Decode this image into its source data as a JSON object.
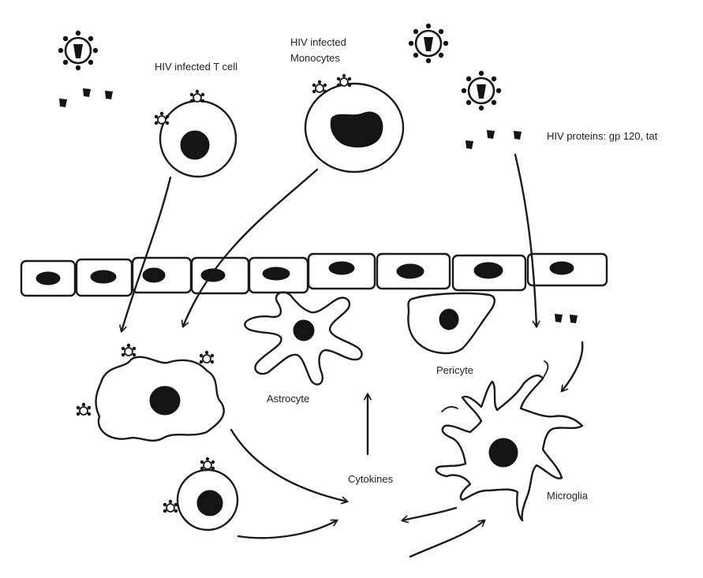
{
  "labels": {
    "t_cell": "HIV infected T cell",
    "monocytes_line1": "HIV infected",
    "monocytes_line2": "Monocytes",
    "proteins": "HIV proteins: gp 120, tat",
    "astrocyte": "Astrocyte",
    "pericyte": "Pericyte",
    "cytokines": "Cytokines",
    "microglia": "Microglia"
  },
  "colors": {
    "ink": "#1a1a1a",
    "background": "#ffffff"
  },
  "icons": [
    "hiv-virion-icon",
    "hiv-protein-icon",
    "arrow-icon"
  ]
}
